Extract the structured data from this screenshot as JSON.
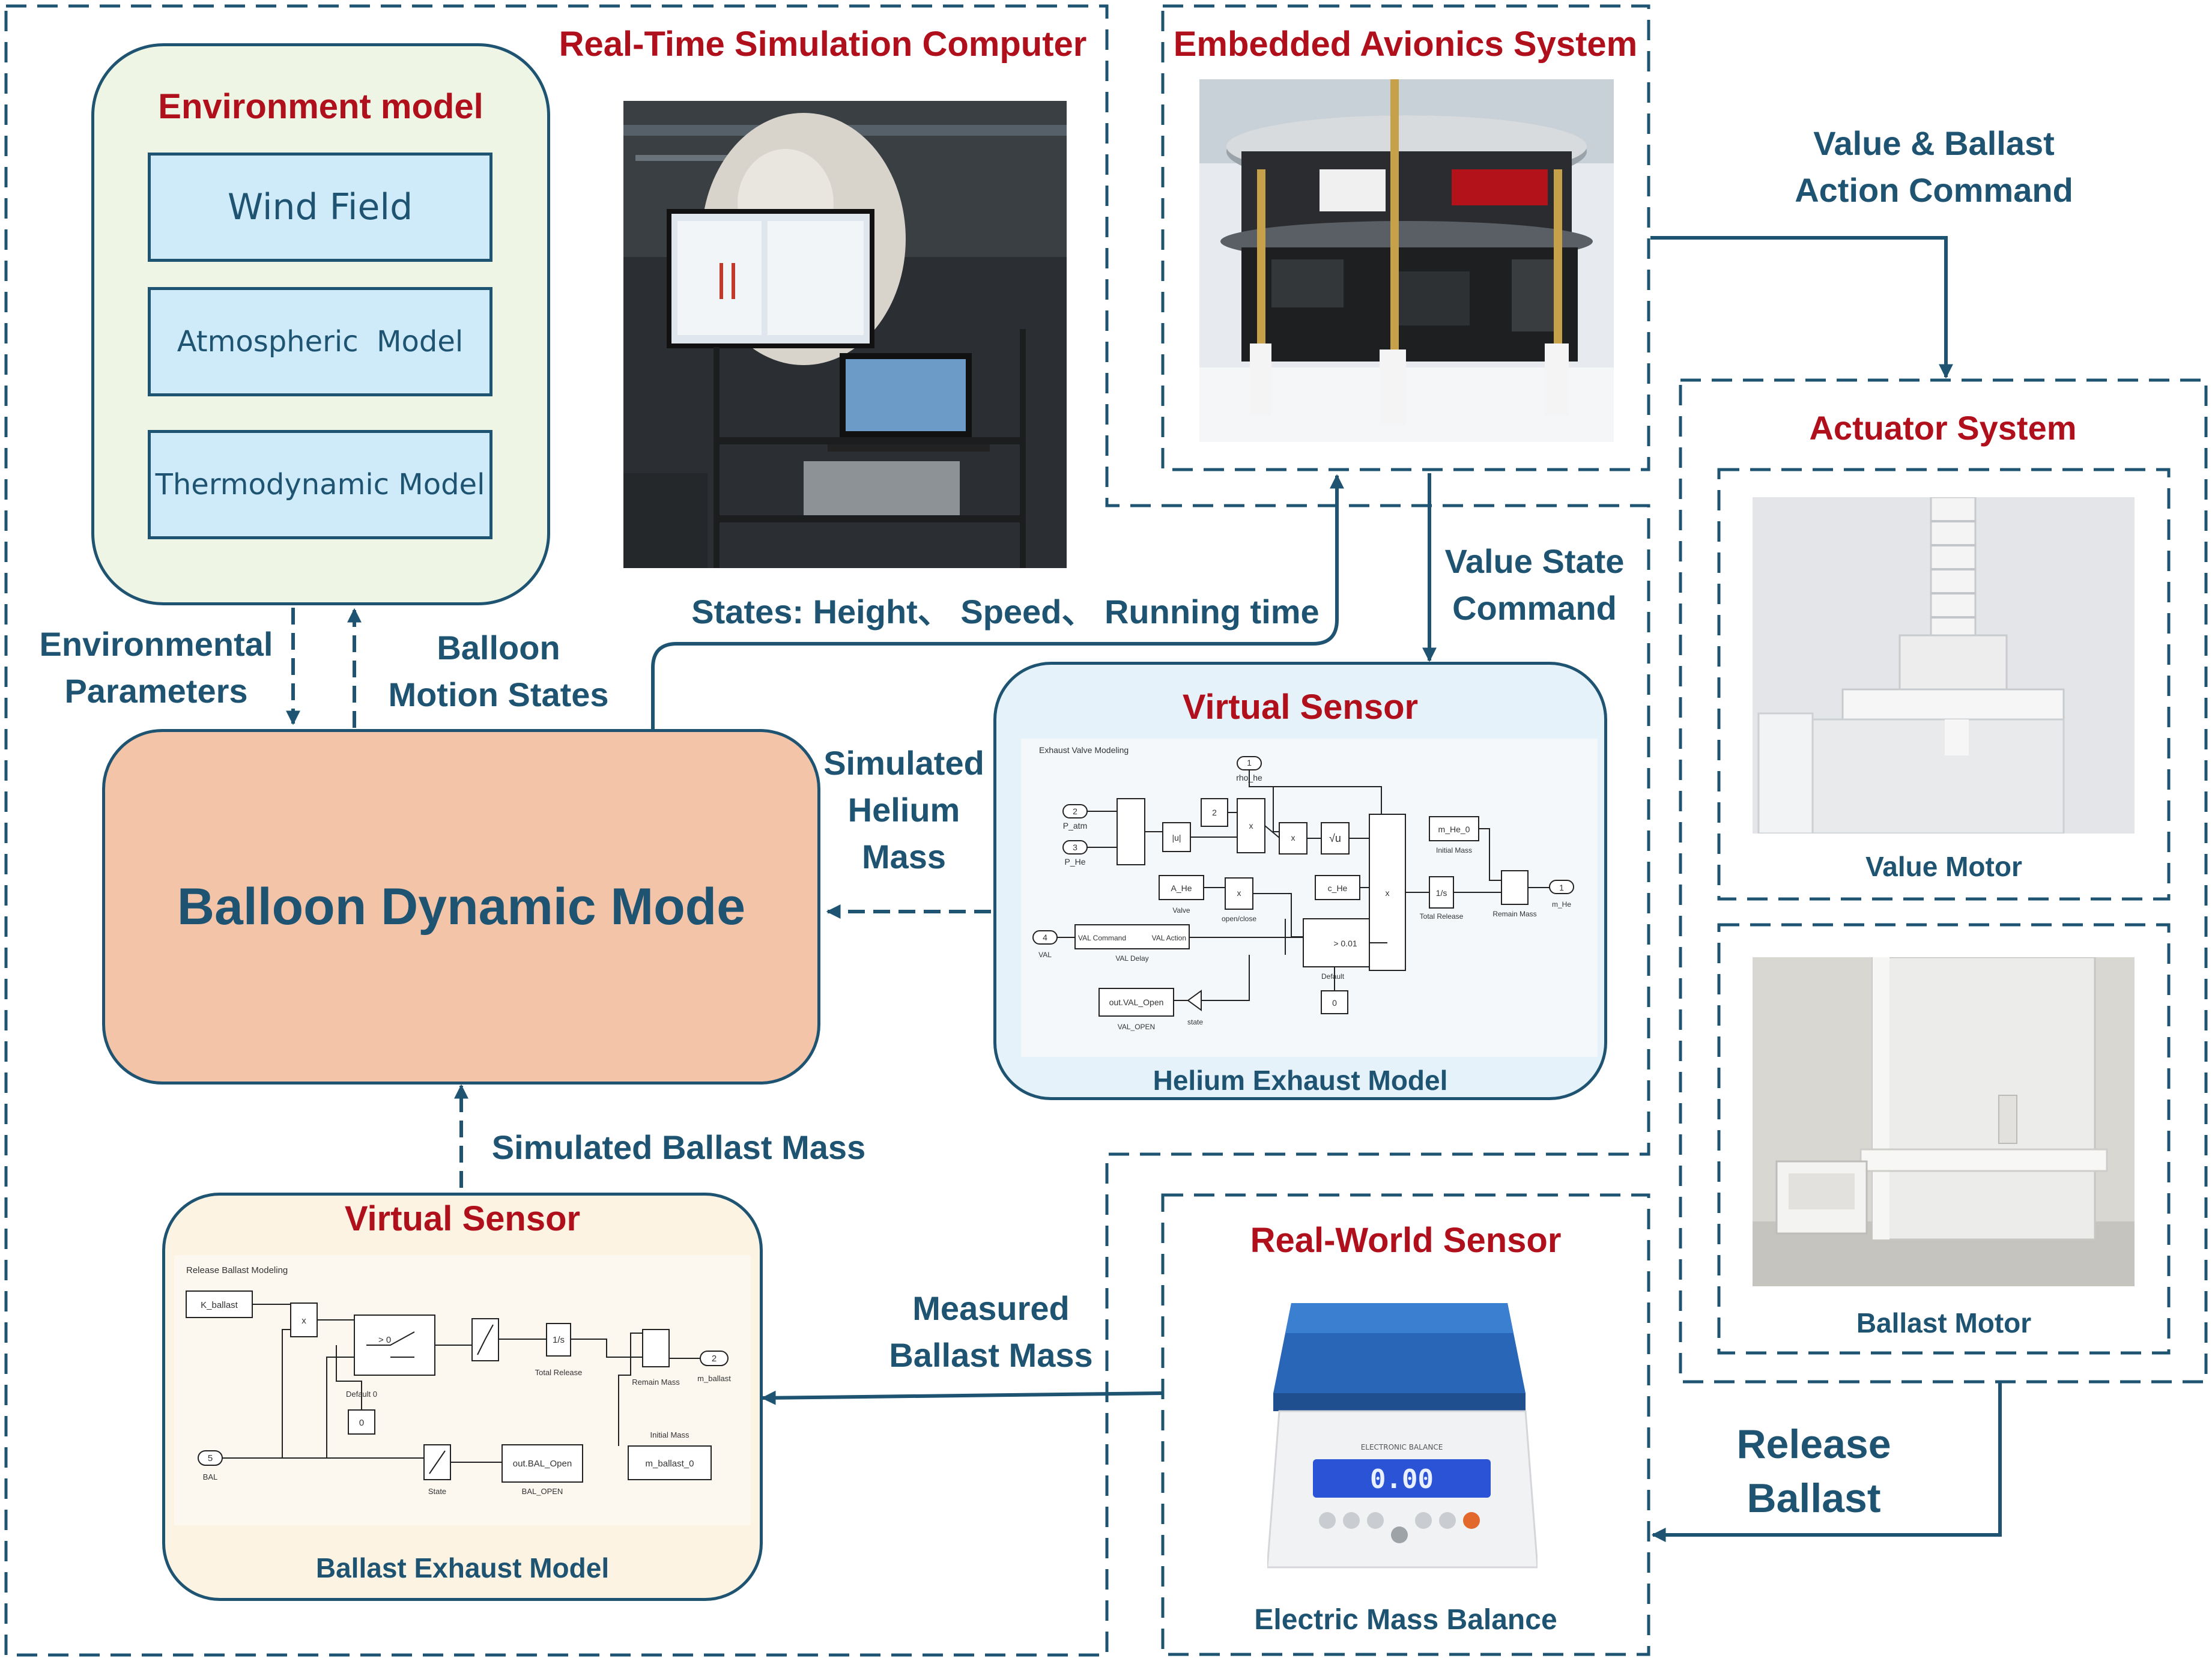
{
  "colors": {
    "navy": "#1e5472",
    "red": "#b0101c",
    "environment_fill": "#eef5e4",
    "model_fill": "#cfeaf8",
    "balloon_fill": "#f3c4a8",
    "helium_fill": "#e6f2fa",
    "ballast_fill": "#fcf3e2"
  },
  "sim_computer": {
    "title": "Real-Time Simulation Computer"
  },
  "avionics": {
    "title": "Embedded Avionics System"
  },
  "environment": {
    "title": "Environment model",
    "items": [
      "Wind Field",
      "Atmospheric  Model",
      "Thermodynamic Model"
    ]
  },
  "balloon": {
    "title": "Balloon Dynamic Mode"
  },
  "labels": {
    "env_params": [
      "Environmental",
      "Parameters"
    ],
    "motion_states": [
      "Balloon",
      "Motion States"
    ],
    "states": "States: Height、 Speed、 Running time",
    "value_state": [
      "Value State",
      "Command"
    ],
    "value_ballast": [
      "Value & Ballast",
      "Action Command"
    ],
    "sim_helium": [
      "Simulated",
      "Helium",
      "Mass"
    ],
    "sim_ballast": "Simulated Ballast Mass",
    "measured_ballast": [
      "Measured",
      "Ballast Mass"
    ],
    "release_ballast": [
      "Release",
      "Ballast"
    ]
  },
  "helium_sensor": {
    "title": "Virtual Sensor",
    "caption": "Helium Exhaust Model",
    "sim": {
      "heading": "Exhaust Valve Modeling",
      "p_atm": "P_atm",
      "p_he": "P_He",
      "rho_he": "rho_he",
      "in2": "2",
      "in3": "3",
      "in1": "1",
      "in4": "4",
      "abs": "|u|",
      "const2": "2",
      "mul": "x",
      "sqrt": "√u",
      "a_he": "A_He",
      "valve": "Valve",
      "openclose": "open/close",
      "c_he": "c_He",
      "m_he_0": "m_He_0",
      "initial_mass": "Initial Mass",
      "integrator": "1/s",
      "total_release": "Total Release",
      "remain_mass": "Remain Mass",
      "out1": "1",
      "m_he": "m_He",
      "val": "VAL",
      "val_command": "VAL Command",
      "val_action": "VAL Action",
      "val_delay": "VAL Delay",
      "gt": "> 0.01",
      "default": "Default",
      "zero": "0",
      "out_val": "out.VAL_Open",
      "val_open": "VAL_OPEN",
      "state": "state"
    }
  },
  "ballast_sensor": {
    "title": "Virtual Sensor",
    "caption": "Ballast Exhaust Model",
    "sim": {
      "heading": "Release Ballast Modeling",
      "k_ballast": "K_ballast",
      "mul": "x",
      "gt": "> 0",
      "default0": "Default 0",
      "zero": "0",
      "integrator": "1/s",
      "total_release": "Total Release",
      "remain_mass": "Remain Mass",
      "out2": "2",
      "m_ballast": "m_ballast",
      "in5": "5",
      "bal": "BAL",
      "state": "State",
      "out_bal": "out.BAL_Open",
      "bal_open": "BAL_OPEN",
      "initial_mass": "Initial Mass",
      "m_ballast_0": "m_ballast_0"
    }
  },
  "actuator": {
    "title": "Actuator System",
    "value_motor": "Value Motor",
    "ballast_motor": "Ballast Motor"
  },
  "real_sensor": {
    "title": "Real-World Sensor",
    "caption": "Electric Mass Balance",
    "display": "0.00",
    "brand": "ELECTRONIC BALANCE"
  }
}
